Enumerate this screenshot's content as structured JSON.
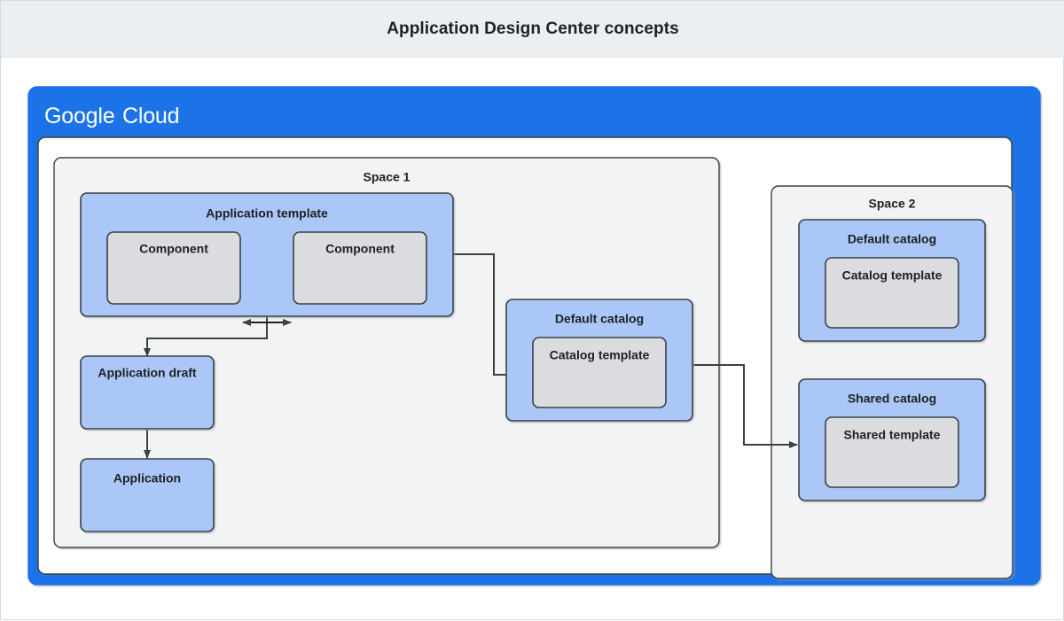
{
  "page": {
    "title": "Application Design Center concepts",
    "background": "#ffffff"
  },
  "colors": {
    "title_bar_bg": "#eceff1",
    "brand_blue": "#1a73e8",
    "panel_white": "#ffffff",
    "space_bg": "#f1f3f4",
    "box_blue": "#aac7f8",
    "box_gray": "#dadce0",
    "stroke": "#3c4043",
    "text": "#202124"
  },
  "brand": {
    "logo_word_1": "Google",
    "logo_word_2": "Cloud",
    "logo_name": "google-cloud-logo"
  },
  "spaces": [
    {
      "id": "space-1",
      "label": "Space 1",
      "nodes": [
        {
          "id": "application-template",
          "label": "Application template",
          "type": "blue-group",
          "children": [
            {
              "id": "component-left",
              "label": "Component",
              "type": "gray"
            },
            {
              "id": "component-right",
              "label": "Component",
              "type": "gray"
            }
          ]
        },
        {
          "id": "application-draft",
          "label": "Application draft",
          "type": "blue"
        },
        {
          "id": "application",
          "label": "Application",
          "type": "blue"
        }
      ]
    },
    {
      "id": "space-2",
      "label": "Space 2",
      "nodes": [
        {
          "id": "space2-default-catalog",
          "label": "Default catalog",
          "type": "blue-group",
          "children": [
            {
              "id": "space2-catalog-template",
              "label": "Catalog template",
              "type": "gray"
            }
          ]
        },
        {
          "id": "shared-catalog",
          "label": "Shared catalog",
          "type": "blue-group",
          "children": [
            {
              "id": "shared-template",
              "label": "Shared template",
              "type": "gray"
            }
          ]
        }
      ]
    }
  ],
  "floating_nodes": [
    {
      "id": "default-catalog",
      "label": "Default catalog",
      "type": "blue-group",
      "children": [
        {
          "id": "catalog-template",
          "label": "Catalog template",
          "type": "gray"
        }
      ]
    }
  ],
  "labels": {
    "space_1": "Space 1",
    "space_2": "Space 2",
    "application_template": "Application template",
    "component_left": "Component",
    "component_right": "Component",
    "application_draft": "Application draft",
    "application": "Application",
    "default_catalog_1": "Default catalog",
    "catalog_template_1": "Catalog template",
    "default_catalog_2": "Default catalog",
    "catalog_template_2": "Catalog template",
    "shared_catalog": "Shared catalog",
    "shared_template": "Shared template"
  },
  "connectors": [
    {
      "id": "component-left-to-right",
      "kind": "bidirectional",
      "from": "component-left",
      "to": "component-right"
    },
    {
      "id": "template-to-draft",
      "kind": "directed",
      "from": "application-template",
      "to": "application-draft"
    },
    {
      "id": "draft-to-application",
      "kind": "directed",
      "from": "application-draft",
      "to": "application"
    },
    {
      "id": "template-to-catalog-template",
      "kind": "directed",
      "from": "application-template",
      "to": "catalog-template"
    },
    {
      "id": "catalog-template-to-shared-template",
      "kind": "directed",
      "from": "catalog-template",
      "to": "shared-template"
    }
  ]
}
